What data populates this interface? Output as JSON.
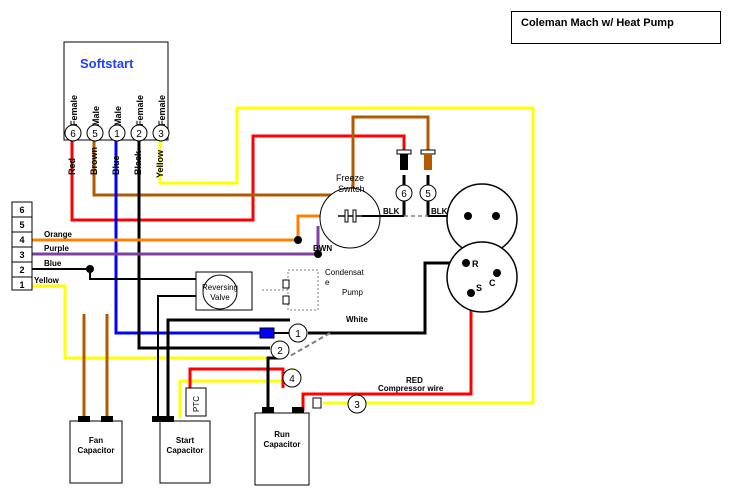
{
  "title": "Coleman Mach w/ Heat Pump",
  "softstart": {
    "label": "Softstart",
    "pins": [
      {
        "num": "6",
        "type": "Female",
        "wire": "Red"
      },
      {
        "num": "5",
        "type": "Male",
        "wire": "Brown"
      },
      {
        "num": "1",
        "type": "Male",
        "wire": "Blue"
      },
      {
        "num": "2",
        "type": "Female",
        "wire": "Black"
      },
      {
        "num": "3",
        "type": "Female",
        "wire": "Yellow"
      }
    ]
  },
  "terminal_strip": {
    "numbers": [
      "6",
      "5",
      "4",
      "3",
      "2",
      "1"
    ],
    "wire_labels": [
      "Orange",
      "Purple",
      "Blue",
      "Yellow"
    ]
  },
  "freeze_switch": {
    "label_line1": "Freeze",
    "label_line2": "Switch",
    "blk_left": "BLK",
    "blk_right": "BLK"
  },
  "bwn_label": "BWN",
  "reversing_valve": {
    "line1": "Reversing",
    "line2": "Valve"
  },
  "condensate_pump": {
    "line1": "Condensat",
    "line2": "e",
    "line3": "Pump"
  },
  "white_label": "White",
  "red_compressor": {
    "line1": "RED",
    "line2": "Compressor wire"
  },
  "compressor_terminals": {
    "r": "R",
    "c": "C",
    "s": "S"
  },
  "connector_numbers": {
    "c1": "1",
    "c2": "2",
    "c3": "3",
    "c4": "4",
    "c5": "5",
    "c6": "6"
  },
  "fan_capacitor": {
    "line1": "Fan",
    "line2": "Capacitor"
  },
  "start_capacitor": {
    "line1": "Start",
    "line2": "Capacitor"
  },
  "ptc_label": "PTC",
  "run_capacitor": {
    "line1": "Run",
    "line2": "Capacitor"
  },
  "colors": {
    "red": "#ff0000",
    "brown": "#b35a00",
    "blue": "#0000ff",
    "black": "#000000",
    "yellow": "#ffff00",
    "orange": "#ff8000",
    "purple": "#8040a0",
    "gray": "#808080"
  }
}
